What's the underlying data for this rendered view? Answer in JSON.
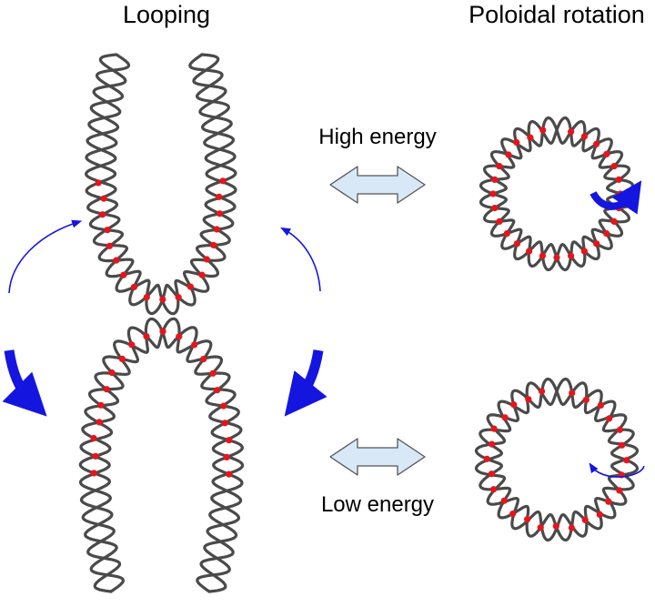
{
  "labels": {
    "looping": "Looping",
    "poloidal_rotation": "Poloidal rotation",
    "high_energy": "High energy",
    "low_energy": "Low energy"
  },
  "colors": {
    "dna_strand": "#4a4a4a",
    "marker": "#e8141c",
    "rotation_arrow": "#1515e0",
    "equilibrium_arrow_fill": "#d9e8f6",
    "equilibrium_arrow_stroke": "#555555"
  },
  "icons": {
    "equilibrium": "double-headed-arrow-icon",
    "rotation": "curved-arrow-icon"
  }
}
